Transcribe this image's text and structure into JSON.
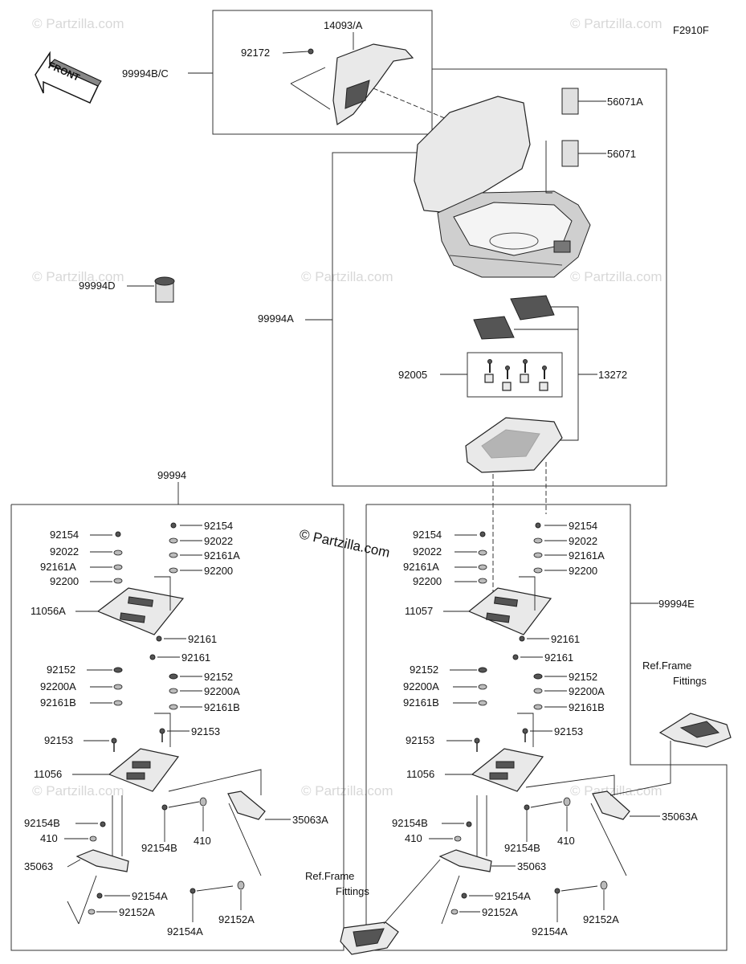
{
  "diagram_code": "F2910F",
  "front_label": "FRONT",
  "watermark": "© Partzilla.com",
  "ref_frame": [
    "Ref.Frame",
    "Fittings"
  ],
  "top": {
    "p14093": "14093/A",
    "p92172": "92172",
    "p99994bc": "99994B/C",
    "p56071a": "56071A",
    "p56071": "56071",
    "p99994d": "99994D",
    "p99994a": "99994A",
    "p92005": "92005",
    "p13272": "13272"
  },
  "left": {
    "group": "99994",
    "r_92154": "92154",
    "r_92022": "92022",
    "r_92161a": "92161A",
    "r_92200": "92200",
    "l_92154": "92154",
    "l_92022": "92022",
    "l_92161a": "92161A",
    "l_92200": "92200",
    "plate1": "11056A",
    "l_92161_1": "92161",
    "l_92161_2": "92161",
    "l_92152": "92152",
    "r_92152": "92152",
    "l_92200a": "92200A",
    "r_92200a": "92200A",
    "l_92161b": "92161B",
    "r_92161b": "92161B",
    "l_92153": "92153",
    "r_92153": "92153",
    "plate2": "11056",
    "l_92154b": "92154B",
    "l_410": "410",
    "b_92154b": "92154B",
    "b_410": "410",
    "p35063a": "35063A",
    "p35063": "35063",
    "l_92154a": "92154A",
    "l_92152a": "92152A",
    "b_92154a": "92154A",
    "b_92152a": "92152A"
  },
  "right": {
    "group": "99994E",
    "r_92154": "92154",
    "r_92022": "92022",
    "r_92161a": "92161A",
    "r_92200": "92200",
    "l_92154": "92154",
    "l_92022": "92022",
    "l_92161a": "92161A",
    "l_92200": "92200",
    "plate1": "11057",
    "l_92161_1": "92161",
    "l_92161_2": "92161",
    "l_92152": "92152",
    "r_92152": "92152",
    "l_92200a": "92200A",
    "r_92200a": "92200A",
    "l_92161b": "92161B",
    "r_92161b": "92161B",
    "l_92153": "92153",
    "r_92153": "92153",
    "plate2": "11056",
    "l_92154b": "92154B",
    "l_410": "410",
    "b_92154b": "92154B",
    "b_410": "410",
    "p35063a": "35063A",
    "p35063": "35063",
    "l_92154a": "92154A",
    "l_92152a": "92152A",
    "b_92154a": "92154A",
    "b_92152a": "92152A"
  }
}
